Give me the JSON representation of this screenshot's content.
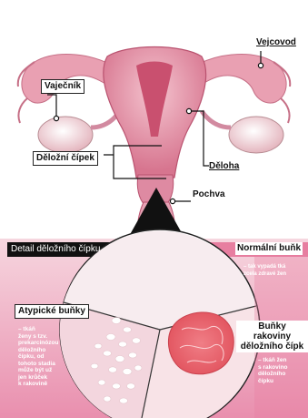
{
  "labels": {
    "fallopian_tube": "Vejcovod",
    "ovary": "Vaječník",
    "cervix": "Děložní čípek",
    "uterus": "Děloha",
    "vagina": "Pochva",
    "detail_title": "Detail děložního čípku",
    "normal_cells": "Normální buňk",
    "atypical_cells": "Atypické buňky",
    "cancer_cells": "Buňky rakoviny\nděložního čípk"
  },
  "descriptions": {
    "normal": "– tak vypadá tká\nzcela zdravé žen",
    "atypical": "– tkáň\nženy s tzv.\nprekarcinózou\nděložního\nčípku, od\ntohoto stadia\nmůže být už\njen krůček\nk rakovině",
    "cancer": "– tkáň žen\ns rakovino\nděložního\nčípku"
  },
  "colors": {
    "tissue_pink": "#e9a0b2",
    "tissue_dark": "#c9506f",
    "band_pink": "#e77ea0",
    "background_pink": "#f3c9d6"
  }
}
